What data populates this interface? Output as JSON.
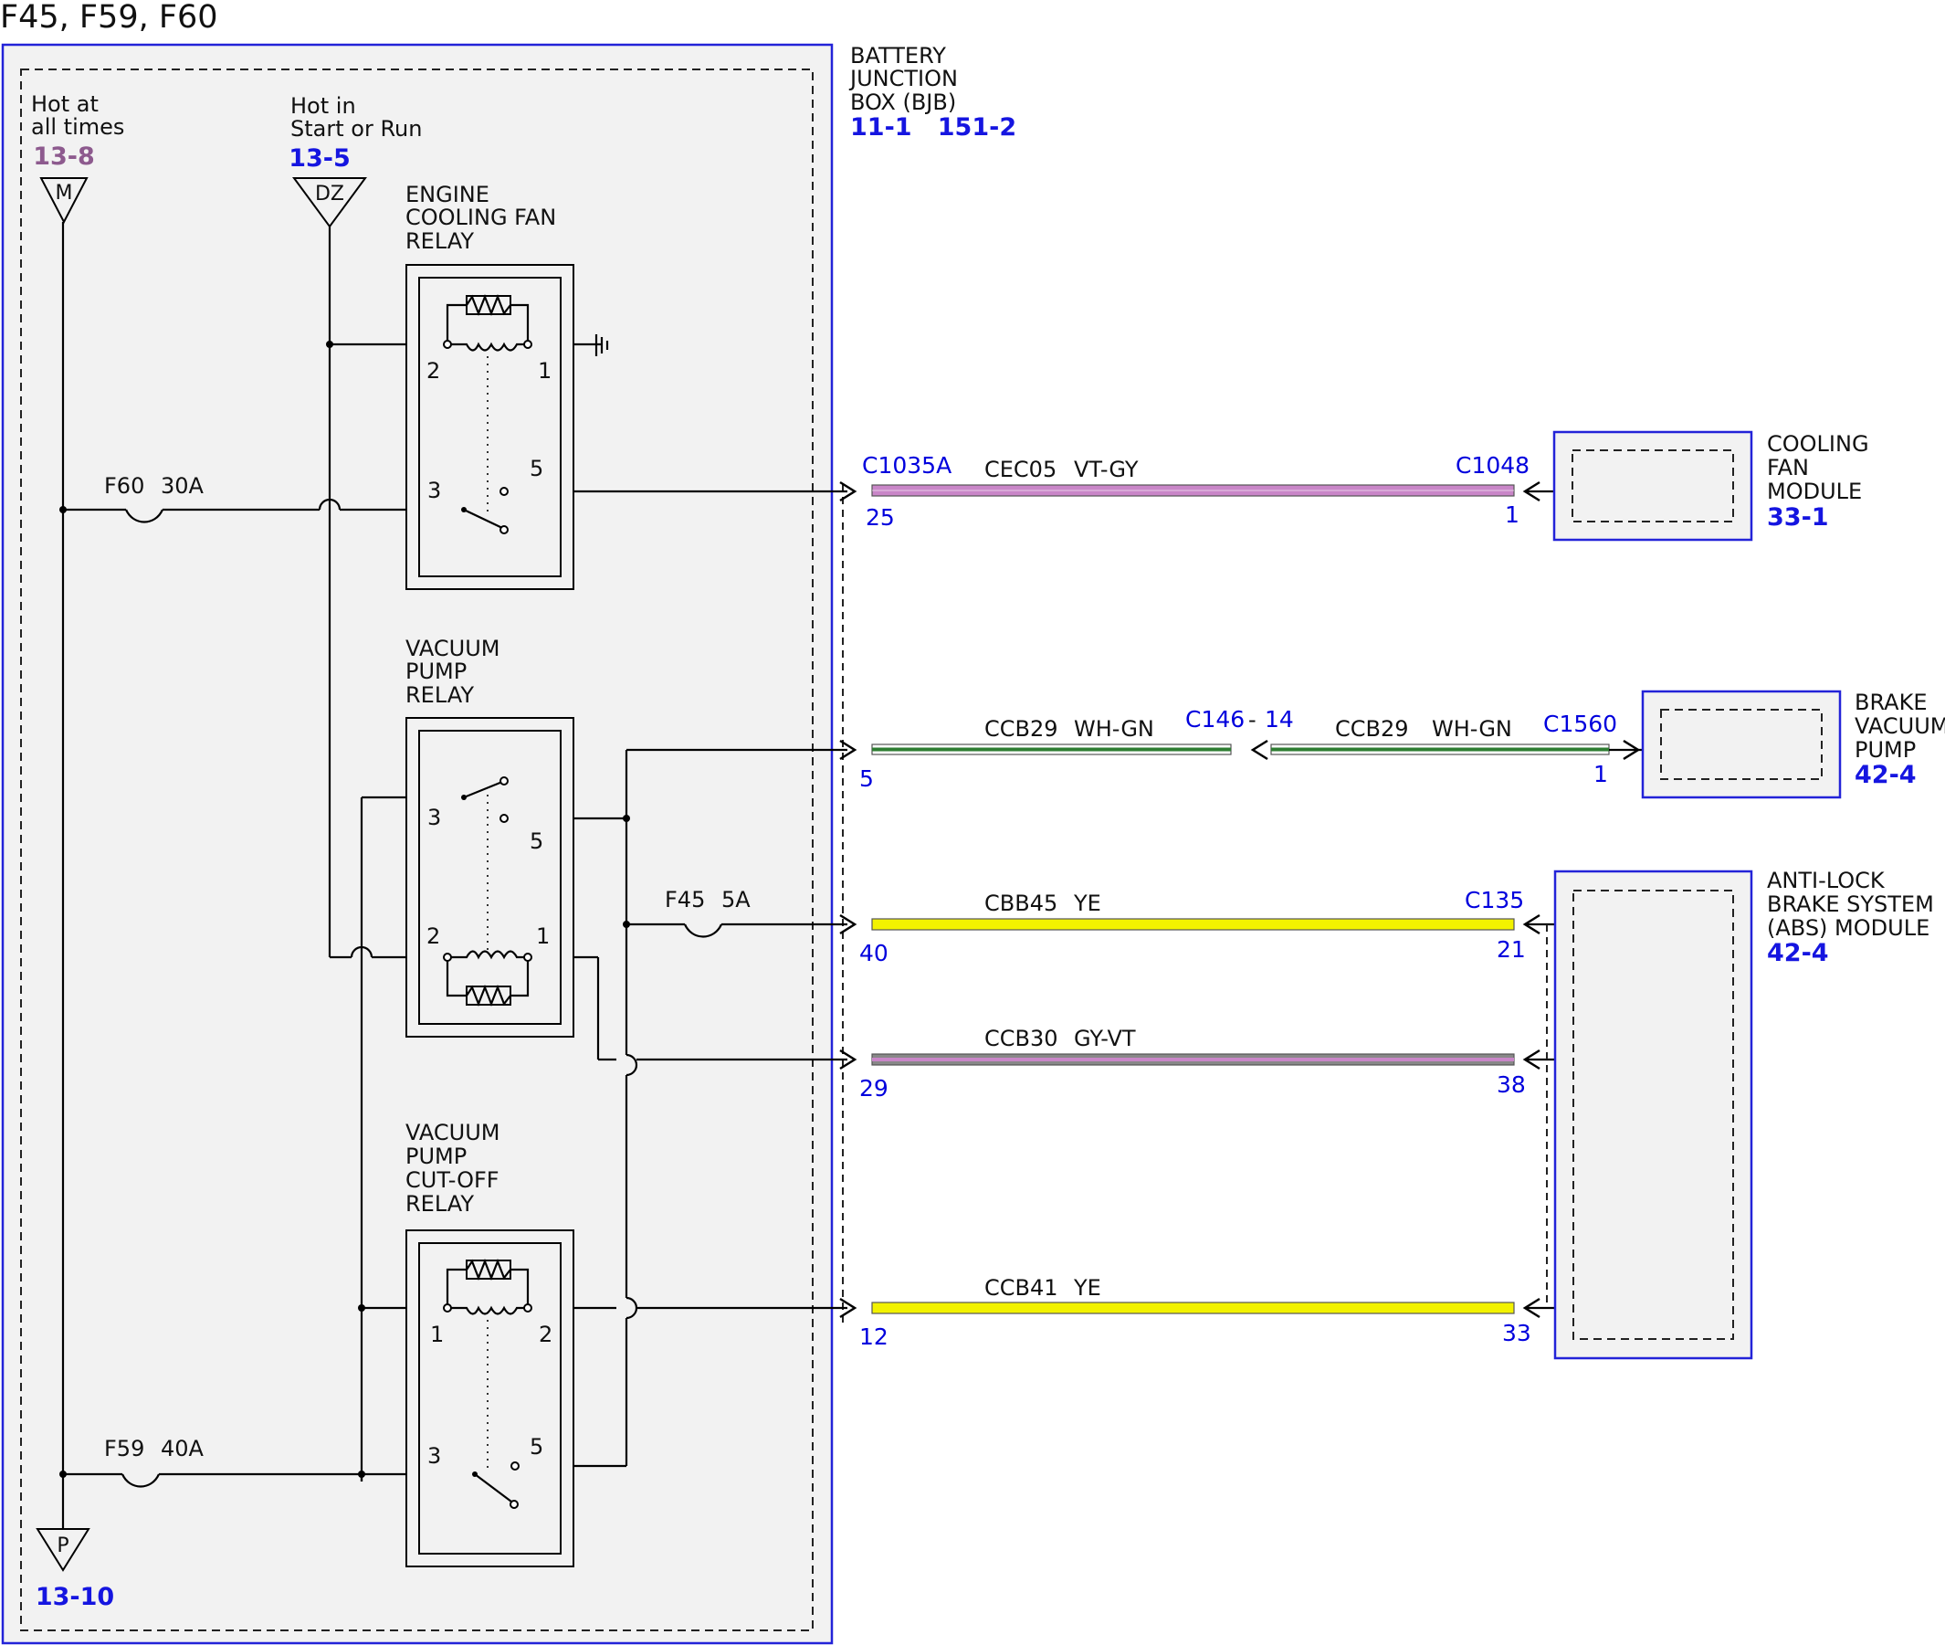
{
  "title": "F45, F59, F60",
  "colors": {
    "border": "#2323d8",
    "connector_text": "#0000dd",
    "link_blue": "#1515e0",
    "link_purple": "#8d5a8e",
    "panel_fill": "#f2f2f2",
    "wire_vt_gy": "#c986c8",
    "wire_wh_gn": "#2e7d32",
    "wire_ye": "#f2f200",
    "wire_gy_vt": "#a77aa8"
  },
  "bjb": {
    "label": [
      "BATTERY",
      "JUNCTION",
      "BOX (BJB)"
    ],
    "refs": "11-1   151-2"
  },
  "feeds": {
    "m": {
      "label": [
        "Hot at",
        "all times"
      ],
      "ref": "13-8",
      "symbol": "M"
    },
    "dz": {
      "label": [
        "Hot in",
        "Start or Run"
      ],
      "ref": "13-5",
      "symbol": "DZ"
    },
    "p": {
      "ref": "13-10",
      "symbol": "P"
    }
  },
  "relays": {
    "ecf": {
      "label": [
        "ENGINE",
        "COOLING FAN",
        "RELAY"
      ],
      "pins": {
        "p2": "2",
        "p1": "1",
        "p3": "3",
        "p5": "5"
      }
    },
    "vp": {
      "label": [
        "VACUUM",
        "PUMP",
        "RELAY"
      ],
      "pins": {
        "p3": "3",
        "p5": "5",
        "p2": "2",
        "p1": "1"
      }
    },
    "vpc": {
      "label": [
        "VACUUM",
        "PUMP",
        "CUT-OFF",
        "RELAY"
      ],
      "pins": {
        "p1": "1",
        "p2": "2",
        "p3": "3",
        "p5": "5"
      }
    }
  },
  "fuses": {
    "f60": {
      "name": "F60",
      "rating": "30A"
    },
    "f45": {
      "name": "F45",
      "rating": "5A"
    },
    "f59": {
      "name": "F59",
      "rating": "40A"
    }
  },
  "connectors": {
    "c1035a": "C1035A",
    "c1048": "C1048",
    "c146": "C146",
    "c146_dash": "-",
    "c146_pin": "14",
    "c1560": "C1560",
    "c135": "C135"
  },
  "circuits": {
    "cec05": {
      "code": "CEC05",
      "color": "VT-GY",
      "bjb_pin": "25",
      "end_pin": "1"
    },
    "ccb29": {
      "code": "CCB29",
      "color": "WH-GN",
      "bjb_pin": "5",
      "end_pin": "1"
    },
    "ccb29b": {
      "code": "CCB29",
      "color": "WH-GN"
    },
    "cbb45": {
      "code": "CBB45",
      "color": "YE",
      "bjb_pin": "40",
      "end_pin": "21"
    },
    "ccb30": {
      "code": "CCB30",
      "color": "GY-VT",
      "bjb_pin": "29",
      "end_pin": "38"
    },
    "ccb41": {
      "code": "CCB41",
      "color": "YE",
      "bjb_pin": "12",
      "end_pin": "33"
    }
  },
  "modules": {
    "cfm": {
      "label": [
        "COOLING",
        "FAN",
        "MODULE"
      ],
      "ref": "33-1"
    },
    "bvp": {
      "label": [
        "BRAKE",
        "VACUUM",
        "PUMP"
      ],
      "ref": "42-4"
    },
    "abs": {
      "label": [
        "ANTI-LOCK",
        "BRAKE SYSTEM",
        "(ABS) MODULE"
      ],
      "ref": "42-4"
    }
  }
}
